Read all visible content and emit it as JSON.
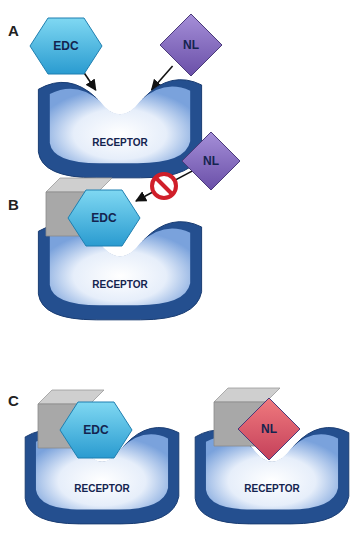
{
  "diagram": {
    "nodes": [
      {
        "text": [
          "EDC"
        ]
      },
      {
        "text": [
          "NL"
        ]
      },
      {
        "text": [
          "RECEPTOR"
        ]
      },
      {
        "text": [
          "NL"
        ]
      },
      {
        "text": [
          "EDC"
        ]
      },
      {
        "text": [
          "RECEPTOR"
        ]
      },
      {
        "text": [
          "EDC"
        ]
      },
      {
        "text": [
          "RECEPTOR"
        ]
      },
      {
        "text": [
          "NL"
        ]
      },
      {
        "text": [
          "RECEPTOR"
        ]
      }
    ],
    "edges": [
      {
        "from": 0,
        "to": 2,
        "arrow": "to"
      },
      {
        "from": 1,
        "to": 2,
        "arrow": "to"
      },
      {
        "from": 3,
        "to": 4,
        "arrow": "to"
      }
    ],
    "labels": [
      "A",
      "B",
      "C"
    ]
  }
}
